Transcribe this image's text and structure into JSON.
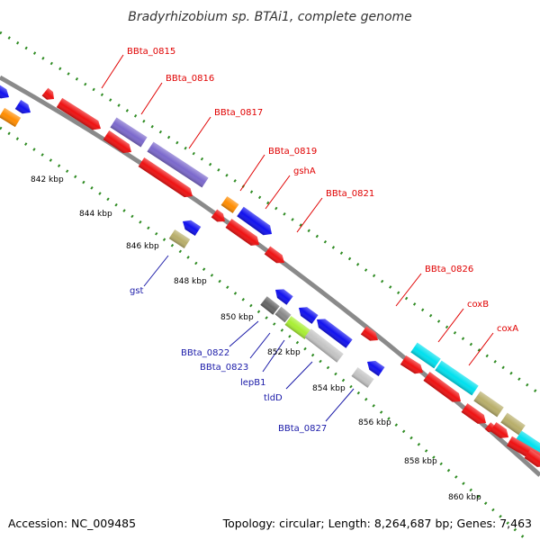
{
  "title": "Bradyrhizobium sp. BTAi1, complete genome",
  "footer": {
    "accession": "Accession: NC_009485",
    "summary": "Topology: circular; Length: 8,264,687 bp; Genes: 7,463"
  },
  "colors": {
    "red": "#ee1111",
    "blue": "#1111ee",
    "purple": "#7b68cc",
    "orange": "#ff8c00",
    "khaki": "#b8ae6a",
    "cyan": "#00e0ee",
    "dark_gray": "#666666",
    "gray": "#888888",
    "light_gray": "#c4c4c4",
    "lime": "#a8ee33",
    "backbone": "#8a8a8a",
    "tick": "#2e8b22"
  },
  "scale": {
    "ticks": [
      "842 kbp",
      "844 kbp",
      "846 kbp",
      "848 kbp",
      "850 kbp",
      "852 kbp",
      "854 kbp",
      "856 kbp",
      "858 kbp",
      "860 kbp"
    ]
  },
  "gene_labels": {
    "forward": [
      "BBta_0815",
      "BBta_0816",
      "BBta_0817",
      "BBta_0819",
      "gshA",
      "BBta_0821",
      "BBta_0826",
      "coxB",
      "coxA"
    ],
    "reverse": [
      "gst",
      "BBta_0822",
      "BBta_0823",
      "lepB1",
      "tldD",
      "BBta_0827"
    ]
  }
}
